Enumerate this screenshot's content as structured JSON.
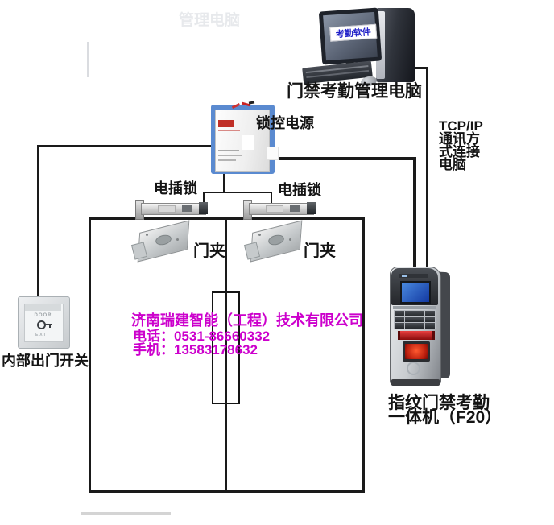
{
  "ghost": {
    "text": "管理电脑"
  },
  "computer": {
    "caption": "门禁考勤管理电脑",
    "screen_tag": "考勤软件"
  },
  "power_supply": {
    "caption": "锁控电源"
  },
  "bolt_locks": {
    "left_label": "电插锁",
    "right_label": "电插锁"
  },
  "door_clamps": {
    "left_label": "门夹",
    "right_label": "门夹"
  },
  "exit_switch": {
    "caption": "内部出门开关",
    "device_top_text": "DOOR",
    "device_bottom_text": "EXIT"
  },
  "tcpip_note": {
    "lines": [
      "TCP/IP",
      "通讯方",
      "式连接",
      "电脑"
    ]
  },
  "fingerprint": {
    "caption_line1": "指纹门禁考勤",
    "caption_line2": "一体机（F20）"
  },
  "watermark": {
    "company": "济南瑞建智能（工程）技术有限公司",
    "phone": "电话：0531-86660332",
    "mobile": "手机：13583178632",
    "color": "#cc00cc"
  }
}
